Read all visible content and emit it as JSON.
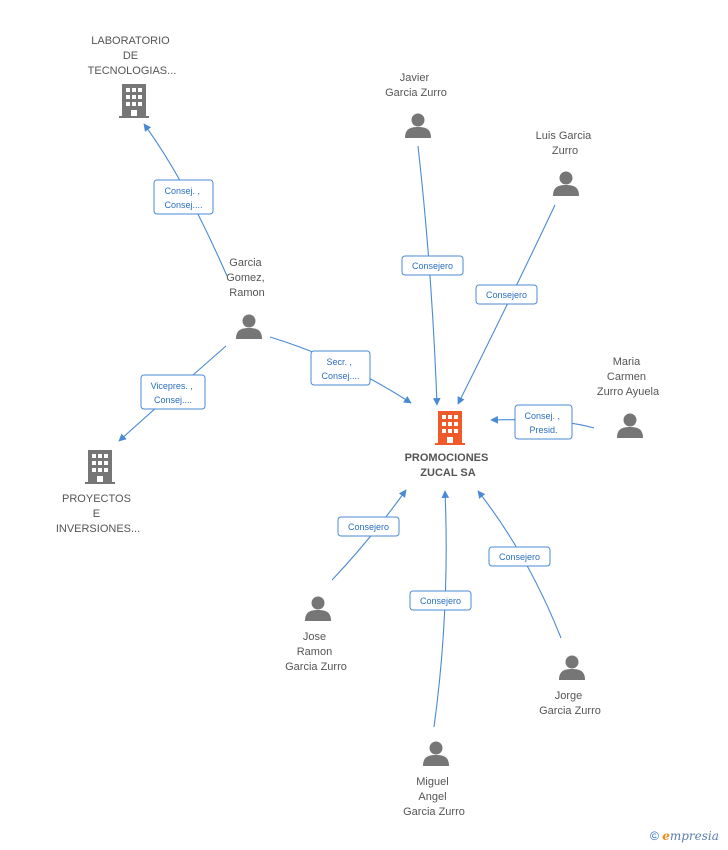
{
  "center": {
    "name_lines": [
      "PROMOCIONES",
      "ZUCAL SA"
    ],
    "color": "#f05a2a"
  },
  "companies": [
    {
      "id": "laboratorio",
      "name_lines": [
        "LABORATORIO",
        "DE",
        "TECNOLOGIAS..."
      ]
    },
    {
      "id": "proyectos",
      "name_lines": [
        "PROYECTOS",
        "E",
        "INVERSIONES..."
      ]
    }
  ],
  "people": [
    {
      "id": "javier",
      "name_lines": [
        "Javier",
        "Garcia Zurro"
      ]
    },
    {
      "id": "luis",
      "name_lines": [
        "Luis Garcia",
        "Zurro"
      ]
    },
    {
      "id": "garcia-gomez",
      "name_lines": [
        "Garcia",
        "Gomez,",
        "Ramon"
      ]
    },
    {
      "id": "maria",
      "name_lines": [
        "Maria",
        "Carmen",
        "Zurro Ayuela"
      ]
    },
    {
      "id": "jose",
      "name_lines": [
        "Jose",
        "Ramon",
        "Garcia Zurro"
      ]
    },
    {
      "id": "jorge",
      "name_lines": [
        "Jorge",
        "Garcia Zurro"
      ]
    },
    {
      "id": "miguel",
      "name_lines": [
        "Miguel",
        "Angel",
        "Garcia Zurro"
      ]
    }
  ],
  "relations": [
    {
      "id": "rel-gomez-laboratorio",
      "label_lines": [
        "Consej. ,",
        "Consej...."
      ]
    },
    {
      "id": "rel-gomez-proyectos",
      "label_lines": [
        "Vicepres. ,",
        "Consej...."
      ]
    },
    {
      "id": "rel-gomez-center",
      "label_lines": [
        "Secr. ,",
        "Consej...."
      ]
    },
    {
      "id": "rel-javier-center",
      "label_lines": [
        "Consejero"
      ]
    },
    {
      "id": "rel-luis-center",
      "label_lines": [
        "Consejero"
      ]
    },
    {
      "id": "rel-maria-center",
      "label_lines": [
        "Consej. ,",
        "Presid."
      ]
    },
    {
      "id": "rel-jose-center",
      "label_lines": [
        "Consejero"
      ]
    },
    {
      "id": "rel-miguel-center",
      "label_lines": [
        "Consejero"
      ]
    },
    {
      "id": "rel-jorge-center",
      "label_lines": [
        "Consejero"
      ]
    }
  ],
  "colors": {
    "edge": "#4a8ad4",
    "icon": "#767676",
    "center_icon": "#f05a2a"
  },
  "footer": {
    "copyright": "©",
    "brand_initial": "e",
    "brand_rest": "mpresia"
  }
}
